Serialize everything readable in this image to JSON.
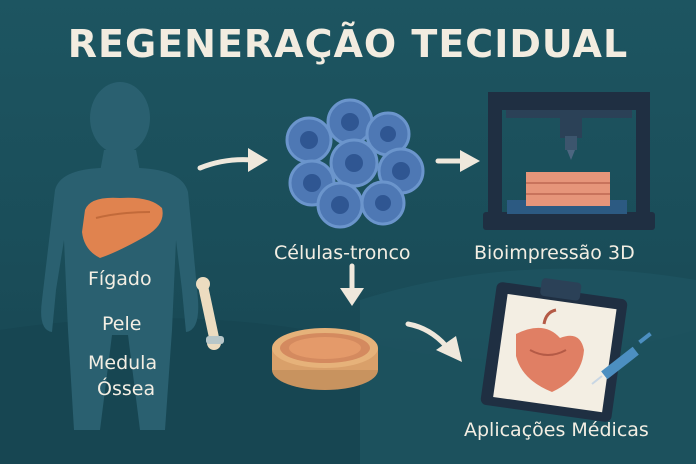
{
  "title": "REGENERAÇÃO TECIDUAL",
  "organs": {
    "liver": "Fígado",
    "skin": "Pele",
    "marrow_line1": "Medula",
    "marrow_line2": "Óssea"
  },
  "stem_cells": "Células-tronco",
  "bioprinting": "Bioimpressão 3D",
  "medical_applications": "Aplicações Médicas",
  "icons": [
    "human-silhouette",
    "liver-icon",
    "bone-icon",
    "stem-cell-cluster",
    "3d-bioprinter",
    "petri-dish",
    "clipboard-heart",
    "syringe-icon",
    "arrow-right",
    "arrow-down"
  ],
  "colors": {
    "background": "#1b4f5b",
    "silhouette": "#2a6070",
    "cell": "#4e78b4",
    "tissue": "#e6957a",
    "text": "#f3eee3"
  }
}
